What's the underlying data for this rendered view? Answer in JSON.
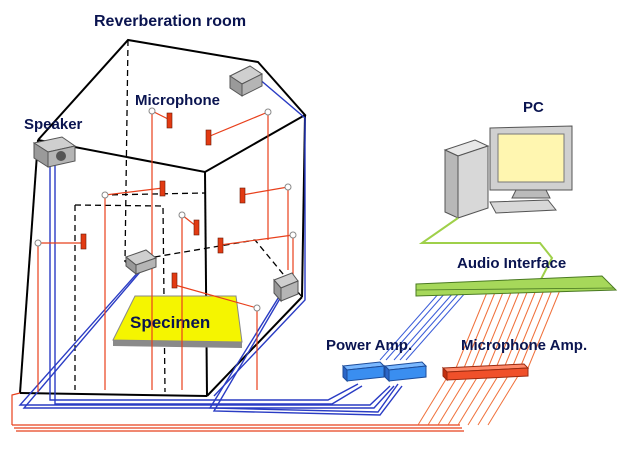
{
  "labels": {
    "room": "Reverberation room",
    "microphone": "Microphone",
    "speaker": "Speaker",
    "specimen": "Specimen",
    "pc": "PC",
    "audio_interface": "Audio Interface",
    "power_amp": "Power Amp.",
    "microphone_amp": "Microphone Amp."
  },
  "colors": {
    "room_outline": "#000000",
    "mic_wire": "#e8401c",
    "speaker_wire": "#2a3cc4",
    "mic_body": "#e23a12",
    "power_amp": "#3a8ef0",
    "mic_amp": "#f0502a",
    "audio_interface": "#a6d85a",
    "pc_link": "#9fd04a",
    "specimen": "#f5f500",
    "label_text": "#0a1450"
  }
}
